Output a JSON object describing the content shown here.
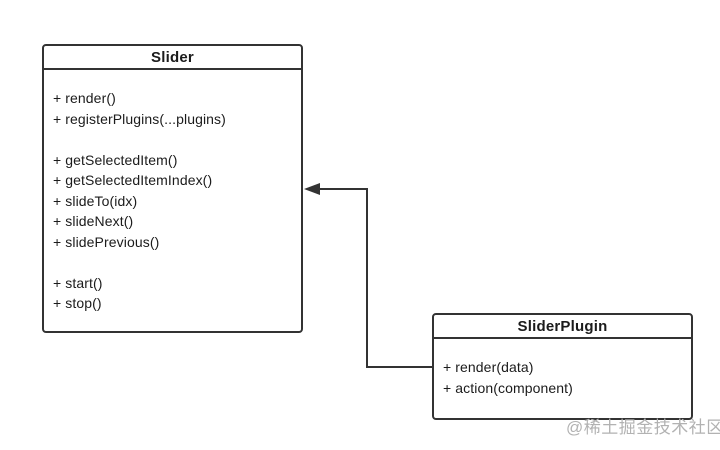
{
  "diagram": {
    "type": "uml-class-diagram",
    "classes": [
      {
        "name": "Slider",
        "sections": [
          {
            "methods": [
              "+ render()",
              "+ registerPlugins(...plugins)"
            ]
          },
          {
            "methods": [
              "+ getSelectedItem()",
              "+ getSelectedItemIndex()",
              "+ slideTo(idx)",
              "+ slideNext()",
              "+ slidePrevious()"
            ]
          },
          {
            "methods": [
              "+ start()",
              "+ stop()"
            ]
          }
        ]
      },
      {
        "name": "SliderPlugin",
        "sections": [
          {
            "methods": [
              "+ render(data)",
              "+ action(component)"
            ]
          }
        ]
      }
    ],
    "relation": {
      "from": "SliderPlugin",
      "to": "Slider",
      "arrow": "solid-triangle-left"
    },
    "colors": {
      "background": "#ffffff",
      "line": "#333333",
      "text": "#1b1b1b",
      "watermark": "#b2b2b2"
    }
  },
  "watermark": {
    "text": "@稀土掘金技术社区"
  }
}
